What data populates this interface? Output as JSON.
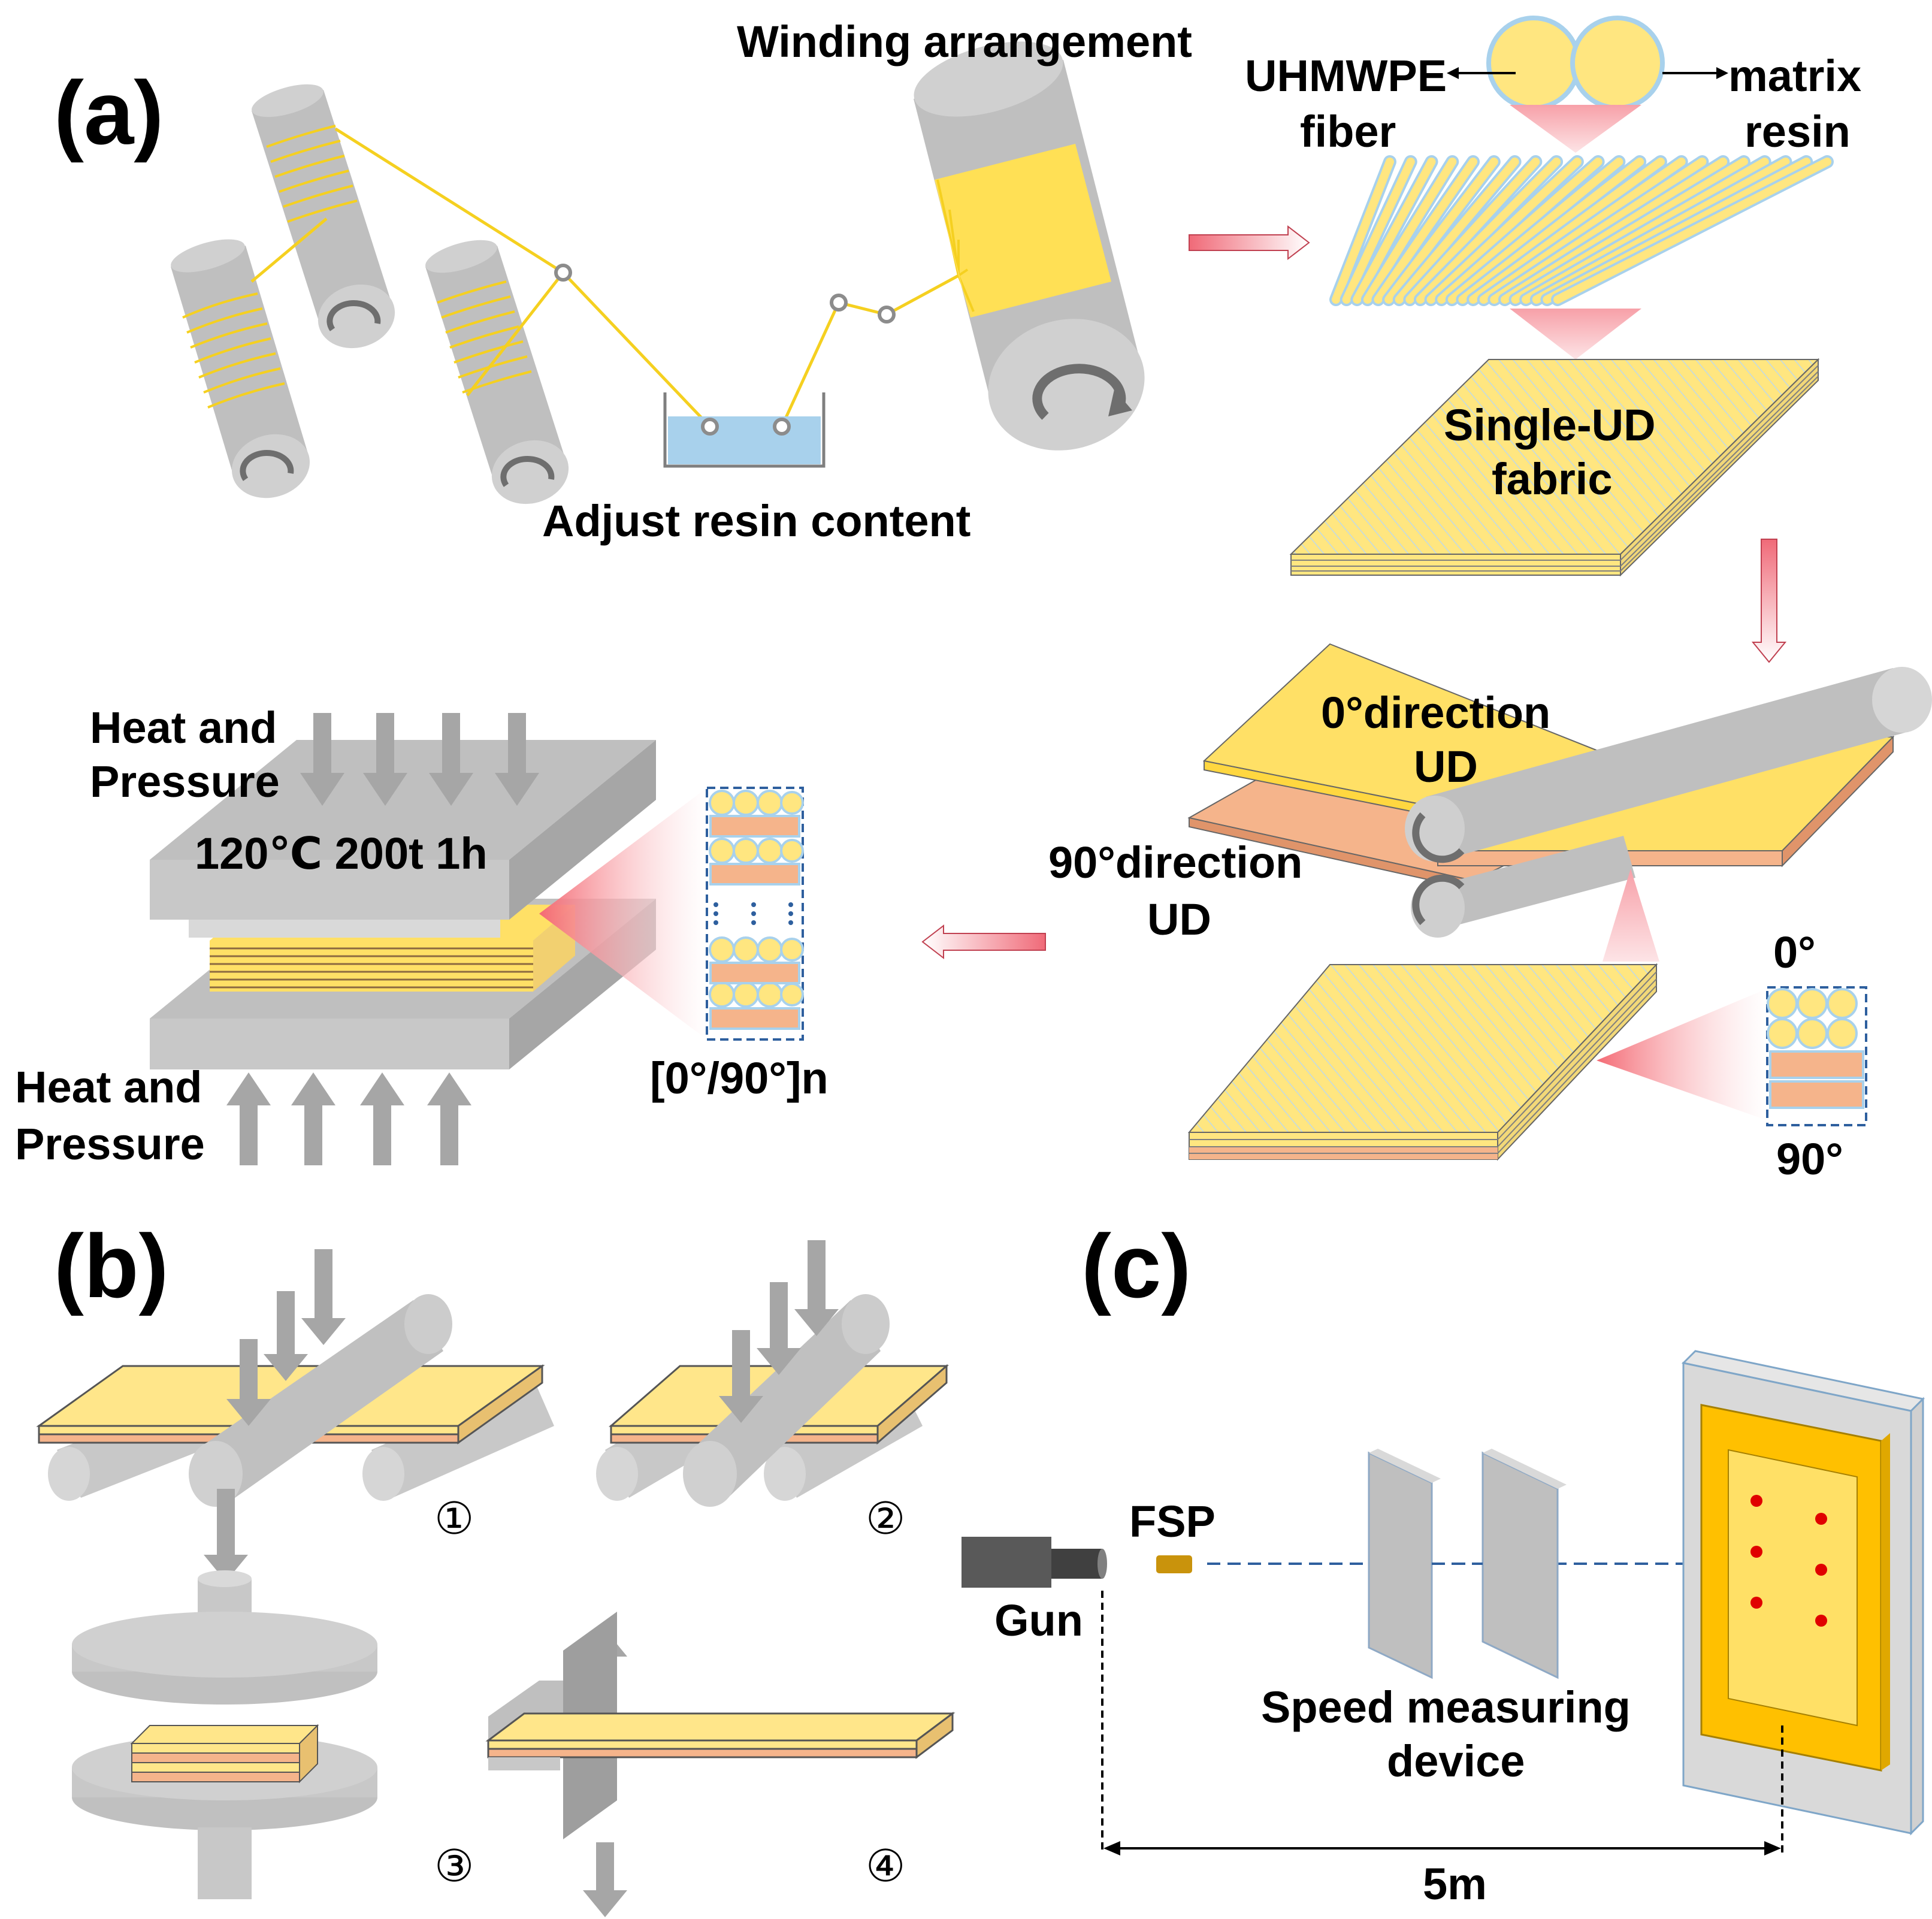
{
  "panels": {
    "a": "(a)",
    "b": "(b)",
    "c": "(c)"
  },
  "labels": {
    "winding": "Winding arrangement",
    "uhmwpe_1": "UHMWPE",
    "uhmwpe_2": "fiber",
    "matrix_1": "matrix",
    "matrix_2": "resin",
    "adjust": "Adjust resin content",
    "single_ud_1": "Single-UD",
    "single_ud_2": "fabric",
    "zero_dir_1": "0°direction",
    "zero_dir_2": "UD",
    "ninety_dir_1": "90°direction",
    "ninety_dir_2": "UD",
    "heat_top_1": "Heat and",
    "heat_top_2": "Pressure",
    "heat_bot_1": "Heat and",
    "heat_bot_2": "Pressure",
    "conditions": "120℃ 200t 1h",
    "layup": "[0°/90°]n",
    "deg0": "0°",
    "deg90": "90°",
    "step1": "①",
    "step2": "②",
    "step3": "③",
    "step4": "④",
    "gun": "Gun",
    "fsp": "FSP",
    "speed_1": "Speed measuring",
    "speed_2": "device",
    "distance": "5m"
  },
  "colors": {
    "fiber_yellow": "#FFE066",
    "resin_blue": "#A8D1EC",
    "orange_layer": "#F5B48B",
    "roller_gray": "#BFBFBF",
    "press_gray": "#C8C8C8",
    "target_orange": "#FFC000",
    "hit_red": "#E00000"
  }
}
